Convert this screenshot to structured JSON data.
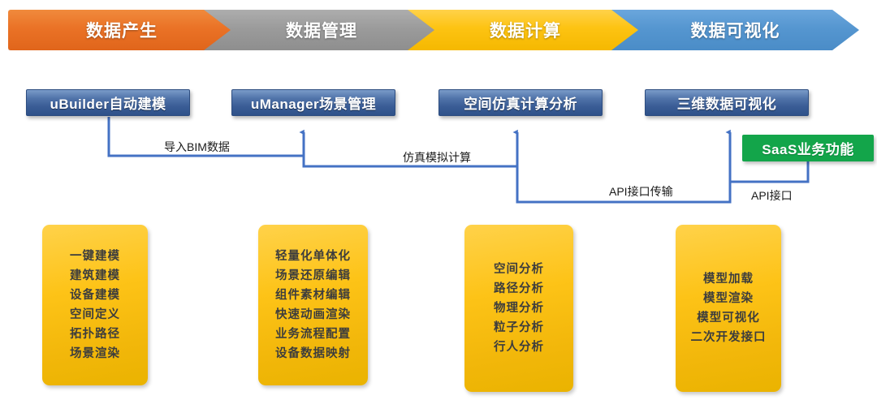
{
  "banner": {
    "stages": [
      {
        "label": "数据产生",
        "color": "#ea7226"
      },
      {
        "label": "数据管理",
        "color": "#9b9b9b"
      },
      {
        "label": "数据计算",
        "color": "#fdc312"
      },
      {
        "label": "数据可视化",
        "color": "#5596d0"
      }
    ]
  },
  "modules": [
    {
      "label": "uBuilder自动建模",
      "color": "#3a5d96"
    },
    {
      "label": "uManager场景管理",
      "color": "#3a5d96"
    },
    {
      "label": "空间仿真计算分析",
      "color": "#3a5d96"
    },
    {
      "label": "三维数据可视化",
      "color": "#3a5d96"
    }
  ],
  "saas": {
    "label": "SaaS业务功能",
    "color": "#13a54a"
  },
  "connectors": {
    "line_color": "#4472c4",
    "labels": [
      {
        "text": "导入BIM数据"
      },
      {
        "text": "仿真模拟计算"
      },
      {
        "text": "API接口传输"
      },
      {
        "text": "API接口"
      }
    ]
  },
  "cards": [
    {
      "items": [
        "一键建模",
        "建筑建模",
        "设备建模",
        "空间定义",
        "拓扑路径",
        "场景渲染"
      ]
    },
    {
      "items": [
        "轻量化单体化",
        "场景还原编辑",
        "组件素材编辑",
        "快速动画渲染",
        "业务流程配置",
        "设备数据映射"
      ]
    },
    {
      "items": [
        "空间分析",
        "路径分析",
        "物理分析",
        "粒子分析",
        "行人分析"
      ]
    },
    {
      "items": [
        "模型加载",
        "模型渲染",
        "模型可视化",
        "二次开发接口"
      ]
    }
  ]
}
